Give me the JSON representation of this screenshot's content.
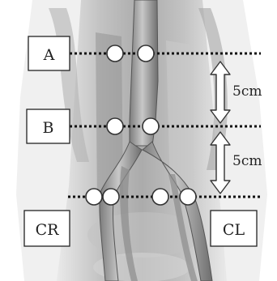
{
  "labels": {
    "level_a": "A",
    "level_b": "B",
    "level_cr": "CR",
    "level_cl": "CL"
  },
  "distances": {
    "a_to_b": "5cm",
    "b_to_c": "5cm"
  },
  "colors": {
    "background": "#ffffff",
    "vessel": "#9c9c9c",
    "vessel_highlight": "#bdbdbd",
    "tissue": "#a8a8a8",
    "dotted_line": "#111111",
    "marker_fill": "#ffffff",
    "marker_stroke": "#333333"
  }
}
